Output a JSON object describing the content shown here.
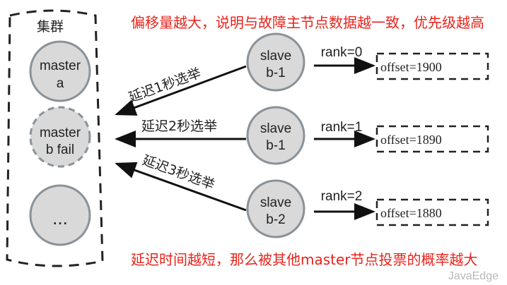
{
  "cluster_label": "集群",
  "masters": [
    {
      "line1": "master",
      "line2": "a"
    },
    {
      "line1": "master",
      "line2": "b fail"
    },
    {
      "line1": "...",
      "line2": ""
    }
  ],
  "slaves": [
    {
      "line1": "slave",
      "line2": "b-1",
      "rank": "rank=0",
      "offset": "offset=1900",
      "delay": "延迟1秒选举"
    },
    {
      "line1": "slave",
      "line2": "b-1",
      "rank": "rank=1",
      "offset": "offset=1890",
      "delay": "延迟2秒选举"
    },
    {
      "line1": "slave",
      "line2": "b-2",
      "rank": "rank=2",
      "offset": "offset=1880",
      "delay": "延迟3秒选举"
    }
  ],
  "note_top": "偏移量越大，说明与故障主节点数据越一致，优先级越高",
  "note_bottom": "延迟时间越短，那么被其他master节点投票的概率越大",
  "watermark": "JavaEdge",
  "colors": {
    "accent": "#e8231b",
    "node_fill": "#d9d9d9",
    "node_stroke": "#8a9299"
  }
}
